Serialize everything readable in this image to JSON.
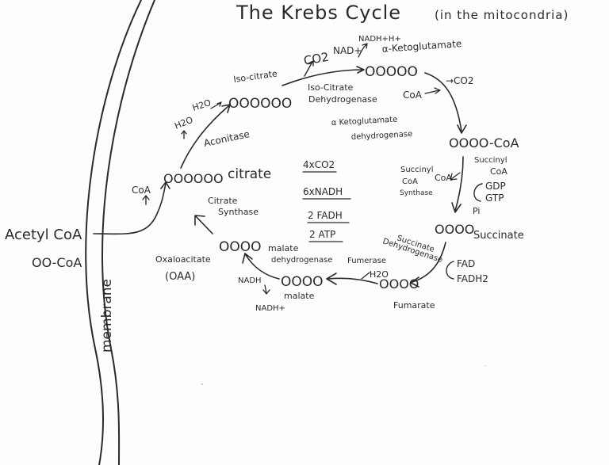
{
  "title": "The Krebs Cycle",
  "title_note": "(in the mitocondria)",
  "membrane_label": "membrane",
  "acetyl_coa": "Acetyl CoA",
  "acetyl_coa_formula": "OO-CoA",
  "coa_entry": "CoA",
  "citrate": {
    "chain": "OOOOOO",
    "label": "citrate"
  },
  "citrate_synthase": {
    "line1": "Citrate",
    "line2": "Synthase"
  },
  "aconitase": {
    "label": "Aconitase",
    "h2o_in": "H2O",
    "h2o_out": "H2O"
  },
  "isocitrate": {
    "label": "Iso-citrate",
    "chain": "OOOOOO"
  },
  "isocitrate_dehydrogenase": {
    "line1": "Iso-Citrate",
    "line2": "Dehydrogenase"
  },
  "co2_first": "CO2",
  "nad_first": "NAD+",
  "nadh_first": "NADH+H+",
  "alpha_ketoglutarate": {
    "label": "α-Ketoglutamate",
    "chain": "OOOOO"
  },
  "coa_second": "CoA",
  "co2_second": "→CO2",
  "akg_dehydrogenase": {
    "line1": "α Ketoglutamate",
    "line2": "dehydrogenase"
  },
  "succinyl_coa": {
    "chain": "OOOO-CoA",
    "line1": "Succinyl",
    "line2": "CoA"
  },
  "succinyl_coa_synthase": {
    "line1": "Succinyl",
    "line2": "CoA",
    "line3": "Synthase",
    "coa_out": "CoA"
  },
  "gdp": "GDP",
  "gtp": "GTP",
  "pi": "Pi",
  "succinate": {
    "chain": "OOOO",
    "label": "Succinate"
  },
  "succinate_dehydrogenase": {
    "line1": "Succinate",
    "line2": "Dehydrogenase"
  },
  "fad": "FAD",
  "fadh2": "FADH2",
  "fumarate": {
    "chain": "OOOO",
    "label": "Fumarate"
  },
  "fumerase": "Fumerase",
  "h2o_fumarate": "H2O",
  "malate": {
    "chain": "OOOO",
    "label": "malate"
  },
  "malate_dehydrogenase": {
    "line1": "malate",
    "line2": "dehydrogenase"
  },
  "nadh_malate": "NADH",
  "nad_malate": "NADH+",
  "oxaloacetate": {
    "label": "Oxaloacitate",
    "abbr": "(OAA)",
    "chain": "OOOO"
  },
  "summary": [
    "4xCO2",
    "6xNADH",
    "2 FADH",
    "2 ATP"
  ]
}
